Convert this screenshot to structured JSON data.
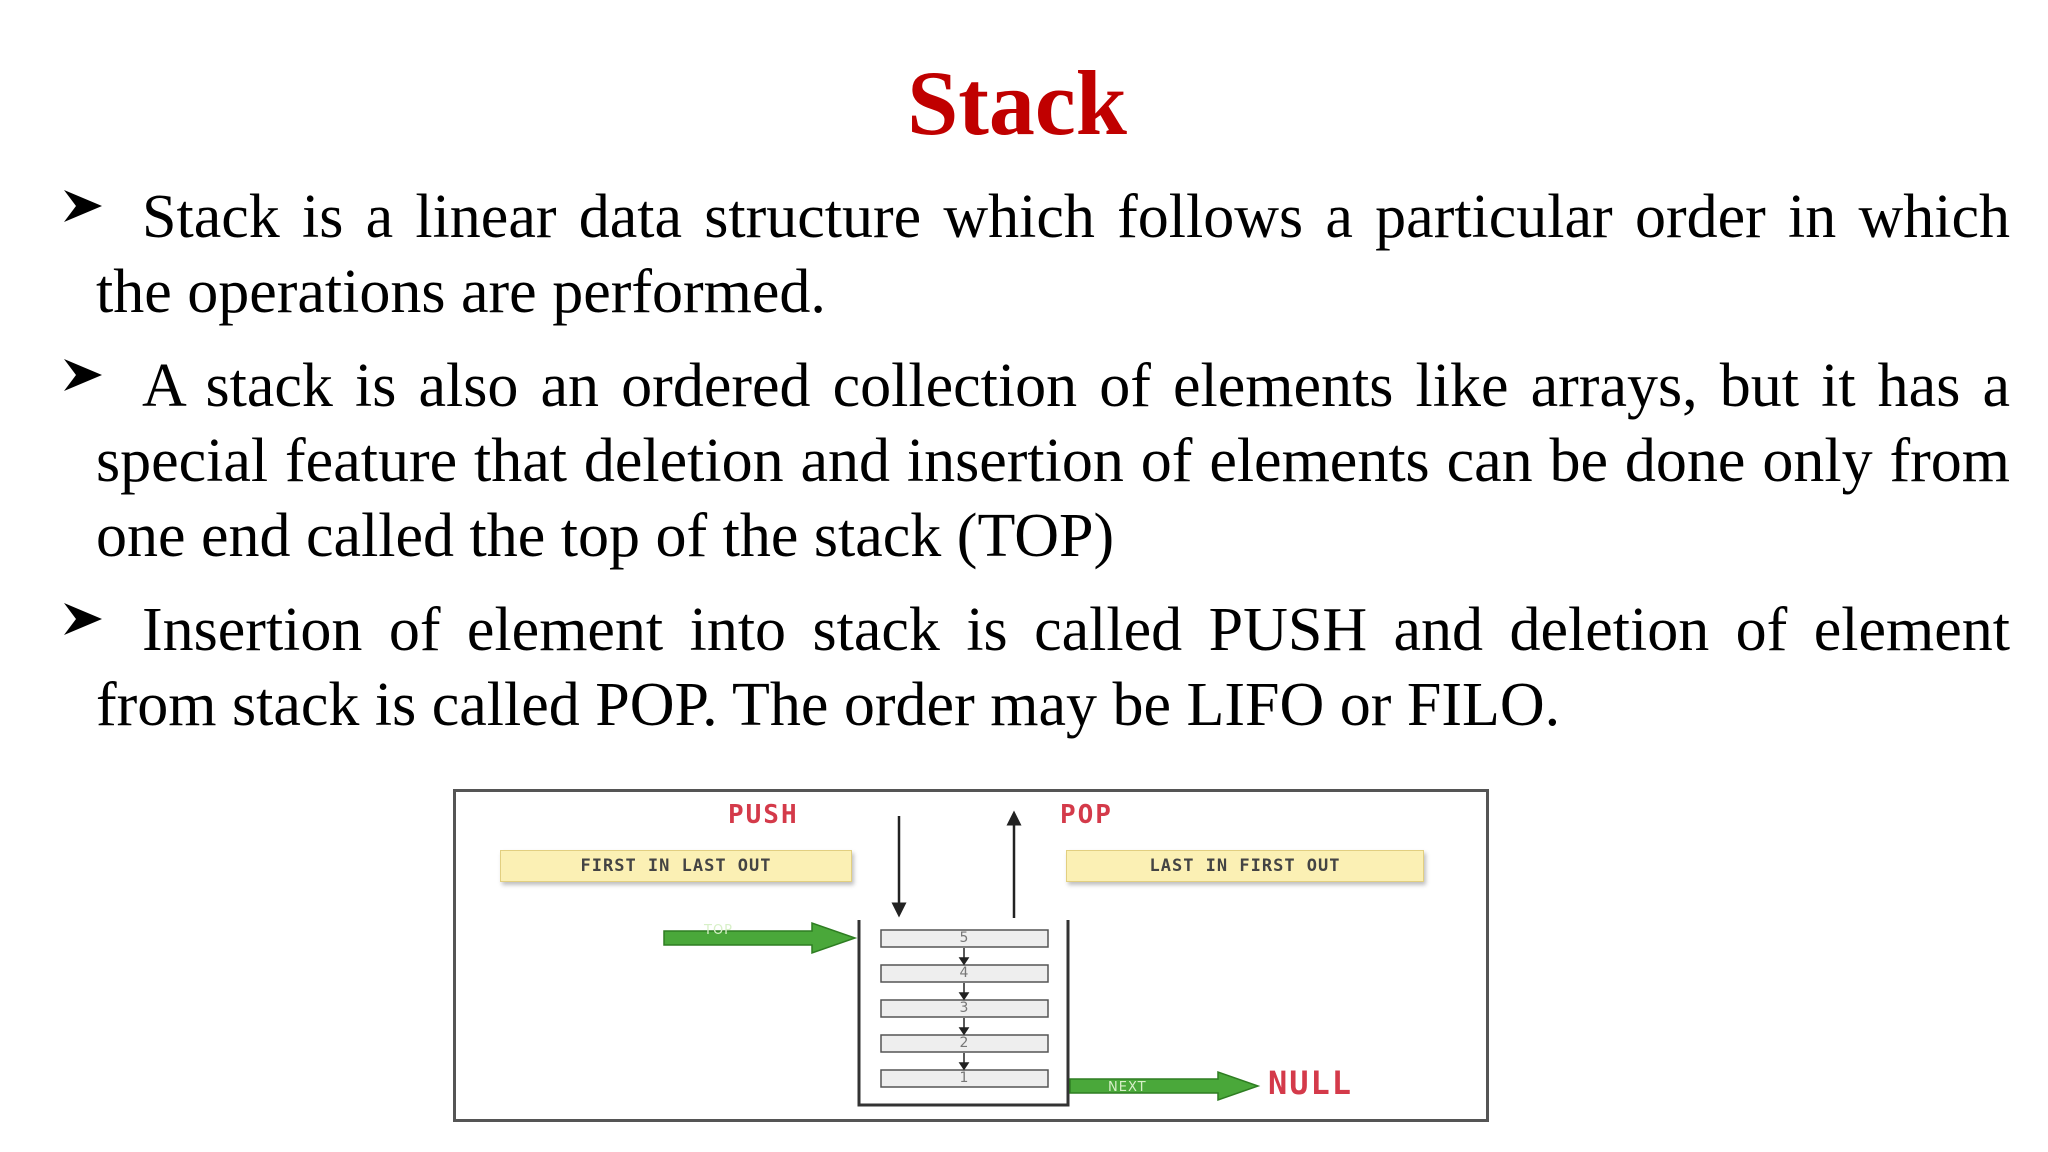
{
  "title": "Stack",
  "bullets": [
    "Stack is a linear data structure which follows a particular order in which the operations are performed.",
    "A stack is also an ordered collection of elements like arrays, but it has a special feature that deletion and insertion of elements can be done only from one end called the top of the stack (TOP)",
    "Insertion of element into stack is called PUSH and deletion of element from stack is called POP. The order may be LIFO or FILO."
  ],
  "diagram": {
    "push_label": "PUSH",
    "pop_label": "POP",
    "filo_sign": "FIRST IN LAST OUT",
    "lifo_sign": "LAST IN FIRST OUT",
    "top_label": "TOP",
    "next_label": "NEXT",
    "null_label": "NULL",
    "cells": [
      "5",
      "4",
      "3",
      "2",
      "1"
    ]
  },
  "colors": {
    "title": "#c00000",
    "diagram_red": "#d43a4a",
    "arrow_green": "#4aa83a",
    "sign_yellow": "#fbf0b4"
  }
}
